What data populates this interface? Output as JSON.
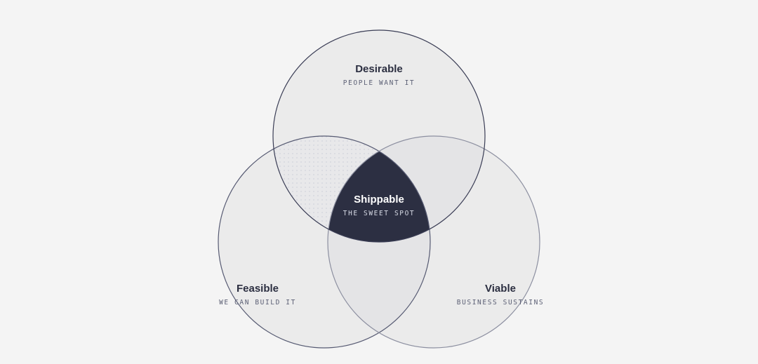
{
  "diagram": {
    "circles": [
      {
        "id": "desirable",
        "title": "Desirable",
        "subtitle": "PEOPLE WANT IT"
      },
      {
        "id": "feasible",
        "title": "Feasible",
        "subtitle": "WE CAN BUILD IT"
      },
      {
        "id": "viable",
        "title": "Viable",
        "subtitle": "BUSINESS SUSTAINS"
      }
    ],
    "center": {
      "title": "Shippable",
      "subtitle": "THE SWEET SPOT"
    }
  },
  "colors": {
    "background": "#f4f4f4",
    "circle_fill": "#ebebeb",
    "overlap_fill": "#e4e4e6",
    "center_fill": "#2c2f42",
    "stroke_dark": "#3a3d55",
    "stroke_light": "#8c8fa0"
  }
}
